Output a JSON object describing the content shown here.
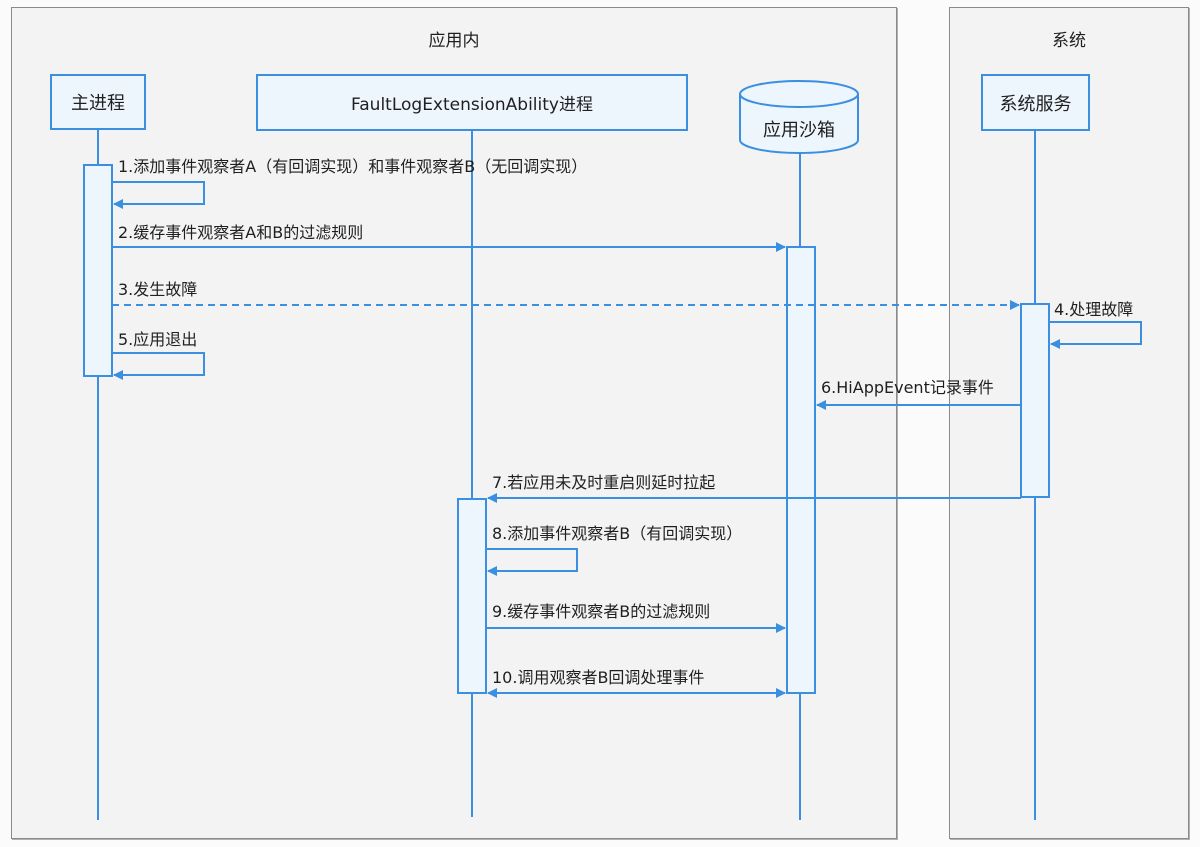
{
  "frames": {
    "app": {
      "title": "应用内"
    },
    "system": {
      "title": "系统"
    }
  },
  "participants": {
    "main_process": "主进程",
    "extension_process": "FaultLogExtensionAbility进程",
    "sandbox": "应用沙箱",
    "system_service": "系统服务"
  },
  "messages": [
    {
      "label": "1.添加事件观察者A（有回调实现）和事件观察者B（无回调实现）",
      "from": "main_process",
      "to": "main_process",
      "style": "self"
    },
    {
      "label": "2.缓存事件观察者A和B的过滤规则",
      "from": "main_process",
      "to": "sandbox",
      "style": "solid"
    },
    {
      "label": "3.发生故障",
      "from": "main_process",
      "to": "system_service",
      "style": "dashed"
    },
    {
      "label": "4.处理故障",
      "from": "system_service",
      "to": "system_service",
      "style": "self"
    },
    {
      "label": "5.应用退出",
      "from": "main_process",
      "to": "main_process",
      "style": "self"
    },
    {
      "label": "6.HiAppEvent记录事件",
      "from": "system_service",
      "to": "sandbox",
      "style": "solid"
    },
    {
      "label": "7.若应用未及时重启则延时拉起",
      "from": "system_service",
      "to": "extension_process",
      "style": "solid"
    },
    {
      "label": "8.添加事件观察者B（有回调实现）",
      "from": "extension_process",
      "to": "extension_process",
      "style": "self"
    },
    {
      "label": "9.缓存事件观察者B的过滤规则",
      "from": "extension_process",
      "to": "sandbox",
      "style": "solid"
    },
    {
      "label": "10.调用观察者B回调处理事件",
      "from": "sandbox",
      "to": "extension_process",
      "style": "bidirectional"
    }
  ],
  "colors": {
    "line": "#3a8fe0",
    "box_fill": "#edf5fd",
    "frame_fill": "#f3f3f3"
  }
}
